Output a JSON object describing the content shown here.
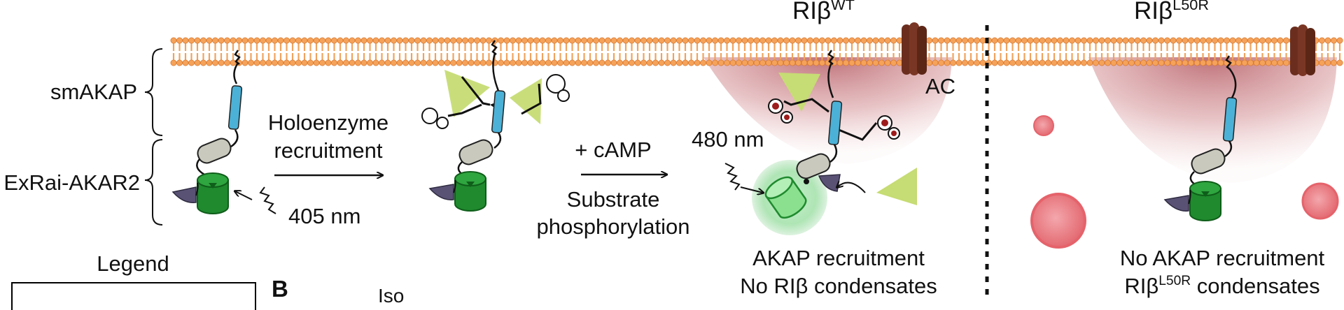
{
  "labels": {
    "smakap": "smAKAP",
    "exrai": "ExRai-AKAR2",
    "holo1": "Holoenzyme",
    "holo2": "recruitment",
    "wave405": "405 nm",
    "camp": "+ cAMP",
    "substrate1": "Substrate",
    "substrate2": "phosphorylation",
    "wave480": "480 nm",
    "ac": "AC",
    "wt_main": "RIβ",
    "wt_sup": "WT",
    "mut_main": "RIβ",
    "mut_sup": "L50R",
    "wt_caption1": "AKAP recruitment",
    "wt_caption2": "No RIβ condensates",
    "mut_caption1": "No AKAP recruitment",
    "mut_caption2_main": "RIβ",
    "mut_caption2_sup": "L50R",
    "mut_caption2_rest": " condensates",
    "legend": "Legend",
    "panel_b": "B",
    "iso": "Iso"
  },
  "colors": {
    "membrane_head": "#f5a25a",
    "membrane_head_edge": "#d9772b",
    "membrane_tail": "#f0a35e",
    "linker": "#4cb1d6",
    "domain_gray": "#c9c9bd",
    "sensor_green": "#1f8a2e",
    "sensor_green_dark": "#0f5e1a",
    "purple": "#5a5275",
    "ligand": "#c6dc74",
    "ac_brown": "#6b2e1e",
    "gradient": "#a8414a",
    "condensate": "#e5636b",
    "condensate_fill": "#ee9aa0",
    "glow": "#7fd08a"
  },
  "icons": [
    "membrane",
    "adenylyl-cyclase-icon",
    "akap-anchor-icon",
    "exrai-akar2-sensor-icon",
    "cAMP-triangle-icon",
    "condensate-droplet-icon",
    "wave-icon",
    "arrow-icon"
  ]
}
